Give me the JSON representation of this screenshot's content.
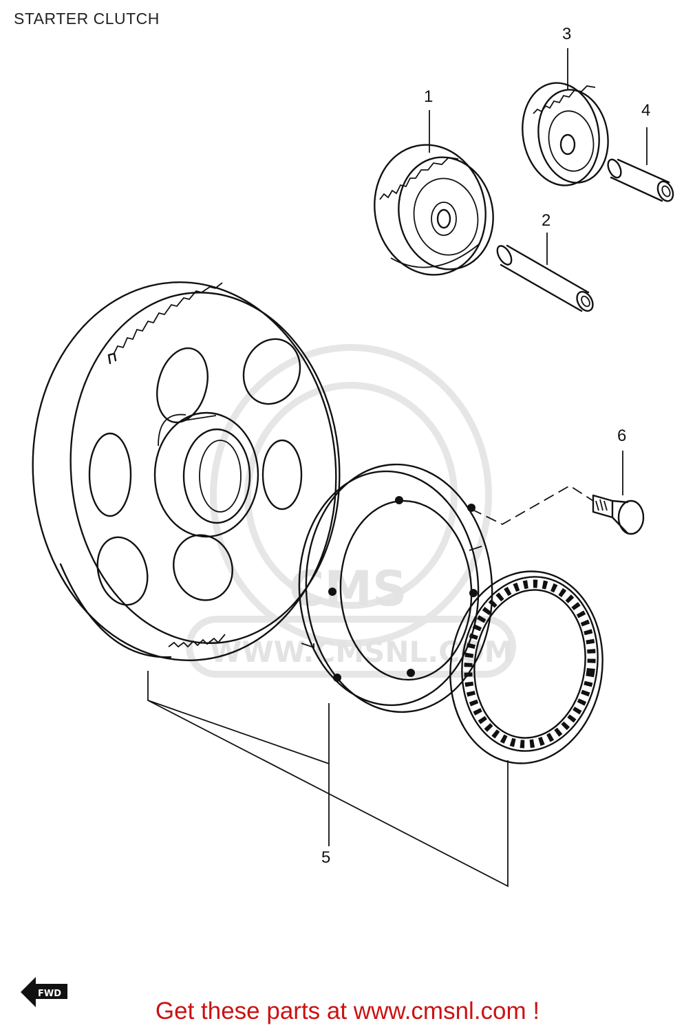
{
  "title": "STARTER CLUTCH",
  "callouts": [
    {
      "id": "c1",
      "text": "1"
    },
    {
      "id": "c2",
      "text": "2"
    },
    {
      "id": "c3",
      "text": "3"
    },
    {
      "id": "c4",
      "text": "4"
    },
    {
      "id": "c5",
      "text": "5"
    },
    {
      "id": "c6",
      "text": "6"
    }
  ],
  "watermark": {
    "brand": "CMS",
    "url": "WWW.CMSNL.COM"
  },
  "fwd_label": "FWD",
  "footer": "Get these parts at www.cmsnl.com !"
}
